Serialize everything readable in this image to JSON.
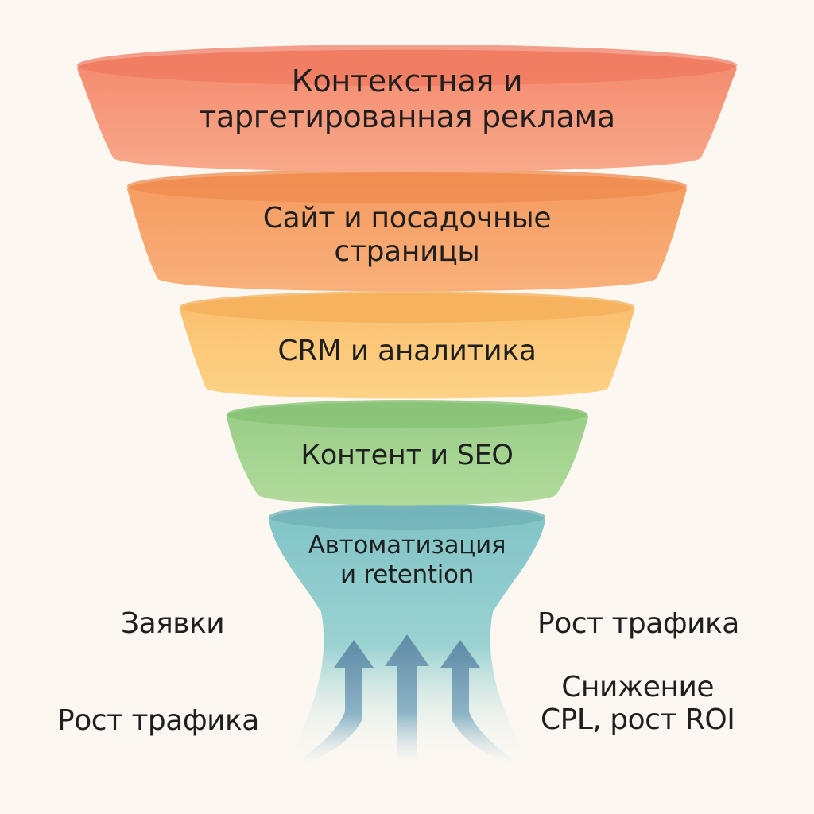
{
  "funnel": {
    "stages": [
      {
        "label": "Контекстная и\nтаргетированная реклама",
        "color": "#f6a07e"
      },
      {
        "label": "Сайт и посадочные\nстраницы",
        "color": "#f7a76c"
      },
      {
        "label": "CRM и аналитика",
        "color": "#fcc97a"
      },
      {
        "label": "Контент и SEO",
        "color": "#a6d592"
      },
      {
        "label": "Автоматизация\nи retention",
        "color": "#8ecdd0"
      }
    ]
  },
  "outcomes": {
    "left_top": "Заявки",
    "left_bottom": "Рост трафика",
    "right_top": "Рост трафика",
    "right_bottom": "Снижение\nCPL, рост ROI"
  },
  "icons": {
    "arrows": "arrow-up-icon"
  }
}
